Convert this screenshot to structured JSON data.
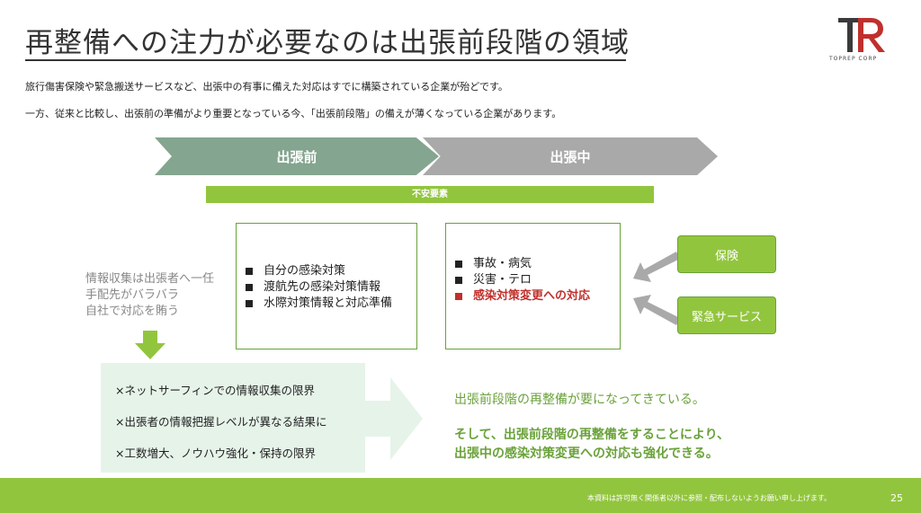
{
  "header": {
    "title": "再整備への注力が必要なのは出張前段階の領域",
    "logo_sub": "TOPREP CORP"
  },
  "intro": {
    "line1": "旅行傷害保険や緊急搬送サービスなど、出張中の有事に備えた対応はすでに構築されている企業が殆どです。",
    "line2": "一方、従来と比較し、出張前の準備がより重要となっている今、「出張前段階」の備えが薄くなっている企業があります。"
  },
  "phases": {
    "before": "出張前",
    "during": "出張中"
  },
  "anxiety_label": "不安要素",
  "before_items": [
    "自分の感染対策",
    "渡航先の感染対策情報",
    "水際対策情報と対応準備"
  ],
  "during_items": [
    {
      "text": "事故・病気",
      "highlight": false
    },
    {
      "text": "災害・テロ",
      "highlight": false
    },
    {
      "text": "感染対策変更への対応",
      "highlight": true
    }
  ],
  "pills": {
    "insurance": "保険",
    "emergency": "緊急サービス"
  },
  "side_note": [
    "情報収集は出張者へ一任",
    "手配先がバラバラ",
    "自社で対応を賄う"
  ],
  "limits": [
    "×ネットサーフィンでの情報収集の限界",
    "×出張者の情報把握レベルが異なる結果に",
    "×工数増大、ノウハウ強化・保持の限界"
  ],
  "messages": {
    "line1": "出張前段階の再整備が要になってきている。",
    "line2a": "そして、出張前段階の再整備をすることにより、",
    "line2b": "出張中の感染対策変更への対応も強化できる。"
  },
  "footer": {
    "note": "本資料は許可無く関係者以外に参照・配布しないようお願い申し上げます。",
    "page": "25"
  },
  "colors": {
    "accent_green": "#92c53e",
    "phase_before": "#84a58f",
    "phase_during": "#a9a9a9",
    "highlight_red": "#c0302c",
    "limits_bg": "#e6f3e9"
  }
}
